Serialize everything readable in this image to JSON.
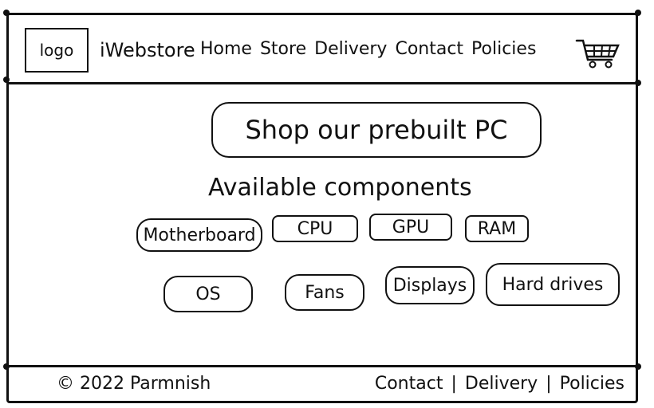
{
  "header": {
    "logo_label": "logo",
    "brand": "iWebstore",
    "nav": [
      "Home",
      "Store",
      "Delivery",
      "Contact",
      "Policies"
    ],
    "cart_icon": "cart-icon"
  },
  "main": {
    "hero_button": "Shop our prebuilt PC",
    "section_title": "Available components",
    "components_row1": [
      "Motherboard",
      "CPU",
      "GPU",
      "RAM"
    ],
    "components_row2": [
      "OS",
      "Fans",
      "Displays",
      "Hard drives"
    ]
  },
  "footer": {
    "copyright": "© 2022 Parmnish",
    "links": [
      "Contact",
      "Delivery",
      "Policies"
    ],
    "separator": "|"
  },
  "colors": {
    "ink": "#111111",
    "background": "#ffffff"
  }
}
